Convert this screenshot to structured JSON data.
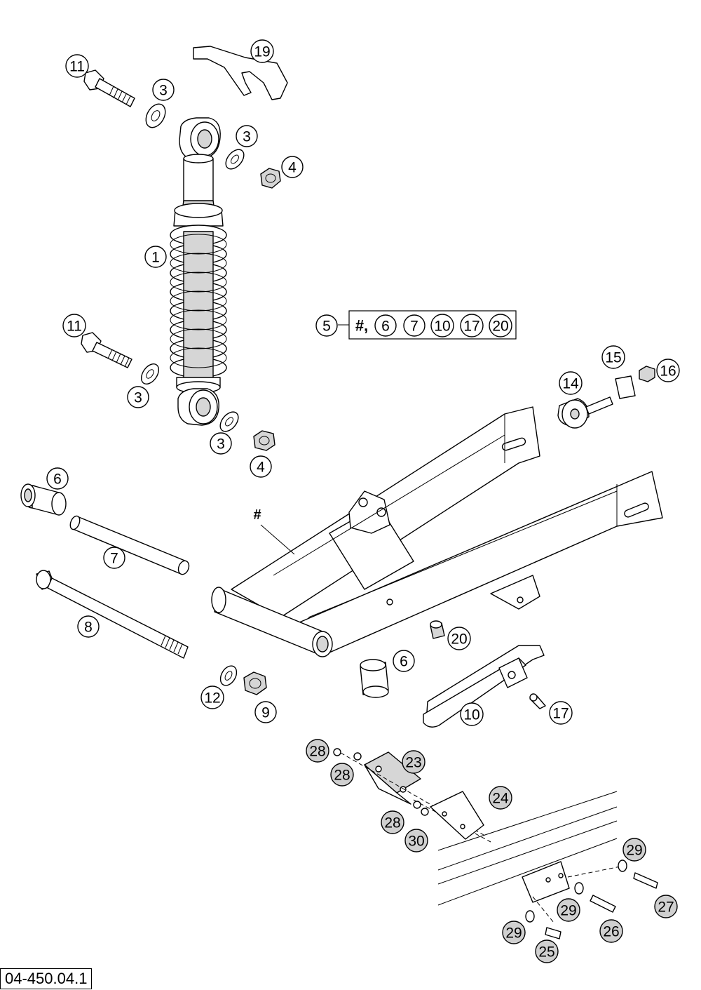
{
  "callouts": [
    {
      "id": "c19",
      "label": "19",
      "style": "plain"
    },
    {
      "id": "c11a",
      "label": "11",
      "style": "plain"
    },
    {
      "id": "c3a",
      "label": "3",
      "style": "plain"
    },
    {
      "id": "c3b",
      "label": "3",
      "style": "plain"
    },
    {
      "id": "c4a",
      "label": "4",
      "style": "plain"
    },
    {
      "id": "c1",
      "label": "1",
      "style": "plain"
    },
    {
      "id": "c11b",
      "label": "11",
      "style": "plain"
    },
    {
      "id": "c3c",
      "label": "3",
      "style": "plain"
    },
    {
      "id": "c3d",
      "label": "3",
      "style": "plain"
    },
    {
      "id": "c4b",
      "label": "4",
      "style": "plain"
    },
    {
      "id": "c5",
      "label": "5",
      "style": "plain"
    },
    {
      "id": "k6",
      "label": "6",
      "style": "plain"
    },
    {
      "id": "k7",
      "label": "7",
      "style": "plain"
    },
    {
      "id": "k10",
      "label": "10",
      "style": "plain"
    },
    {
      "id": "k17",
      "label": "17",
      "style": "plain"
    },
    {
      "id": "k20",
      "label": "20",
      "style": "plain"
    },
    {
      "id": "c15",
      "label": "15",
      "style": "plain"
    },
    {
      "id": "c16",
      "label": "16",
      "style": "plain"
    },
    {
      "id": "c14",
      "label": "14",
      "style": "plain"
    },
    {
      "id": "c6a",
      "label": "6",
      "style": "plain"
    },
    {
      "id": "c7",
      "label": "7",
      "style": "plain"
    },
    {
      "id": "c8",
      "label": "8",
      "style": "plain"
    },
    {
      "id": "c20",
      "label": "20",
      "style": "plain"
    },
    {
      "id": "c6b",
      "label": "6",
      "style": "plain"
    },
    {
      "id": "c12",
      "label": "12",
      "style": "plain"
    },
    {
      "id": "c9",
      "label": "9",
      "style": "plain"
    },
    {
      "id": "c10",
      "label": "10",
      "style": "plain"
    },
    {
      "id": "c17",
      "label": "17",
      "style": "plain"
    },
    {
      "id": "c28a",
      "label": "28",
      "style": "dark"
    },
    {
      "id": "c28b",
      "label": "28",
      "style": "dark"
    },
    {
      "id": "c23",
      "label": "23",
      "style": "dark"
    },
    {
      "id": "c24",
      "label": "24",
      "style": "dark"
    },
    {
      "id": "c28c",
      "label": "28",
      "style": "dark"
    },
    {
      "id": "c30",
      "label": "30",
      "style": "dark"
    },
    {
      "id": "c29a",
      "label": "29",
      "style": "dark"
    },
    {
      "id": "c27",
      "label": "27",
      "style": "dark"
    },
    {
      "id": "c29b",
      "label": "29",
      "style": "dark"
    },
    {
      "id": "c26",
      "label": "26",
      "style": "dark"
    },
    {
      "id": "c29c",
      "label": "29",
      "style": "dark"
    },
    {
      "id": "c25",
      "label": "25",
      "style": "dark"
    }
  ],
  "kit_box": {
    "prefix": "#,"
  },
  "swingarm_mark": "#",
  "diagram_code": "04-450.04.1"
}
